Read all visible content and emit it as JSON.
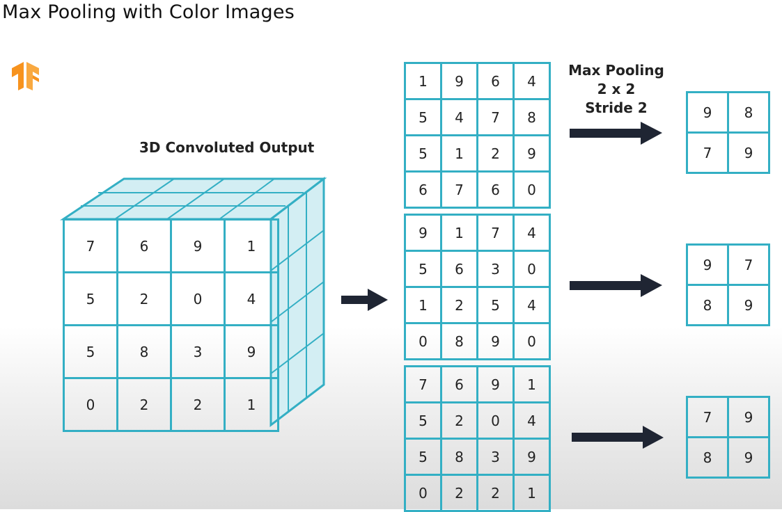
{
  "title": "Max Pooling with Color Images",
  "cube": {
    "caption": "3D Convoluted Output",
    "front": [
      [
        "7",
        "6",
        "9",
        "1"
      ],
      [
        "5",
        "2",
        "0",
        "4"
      ],
      [
        "5",
        "8",
        "3",
        "9"
      ],
      [
        "0",
        "2",
        "2",
        "1"
      ]
    ]
  },
  "operation": {
    "line1": "Max Pooling",
    "line2": "2 x 2",
    "line3": "Stride 2"
  },
  "channels": [
    {
      "input": [
        [
          "1",
          "9",
          "6",
          "4"
        ],
        [
          "5",
          "4",
          "7",
          "8"
        ],
        [
          "5",
          "1",
          "2",
          "9"
        ],
        [
          "6",
          "7",
          "6",
          "0"
        ]
      ],
      "pooled": [
        [
          "9",
          "8"
        ],
        [
          "7",
          "9"
        ]
      ]
    },
    {
      "input": [
        [
          "9",
          "1",
          "7",
          "4"
        ],
        [
          "5",
          "6",
          "3",
          "0"
        ],
        [
          "1",
          "2",
          "5",
          "4"
        ],
        [
          "0",
          "8",
          "9",
          "0"
        ]
      ],
      "pooled": [
        [
          "9",
          "7"
        ],
        [
          "8",
          "9"
        ]
      ]
    },
    {
      "input": [
        [
          "7",
          "6",
          "9",
          "1"
        ],
        [
          "5",
          "2",
          "0",
          "4"
        ],
        [
          "5",
          "8",
          "3",
          "9"
        ],
        [
          "0",
          "2",
          "2",
          "1"
        ]
      ],
      "pooled": [
        [
          "7",
          "9"
        ],
        [
          "8",
          "9"
        ]
      ]
    }
  ],
  "colors": {
    "grid": "#33afc4",
    "arrow": "#1f2533",
    "logo": "#f7931e"
  }
}
